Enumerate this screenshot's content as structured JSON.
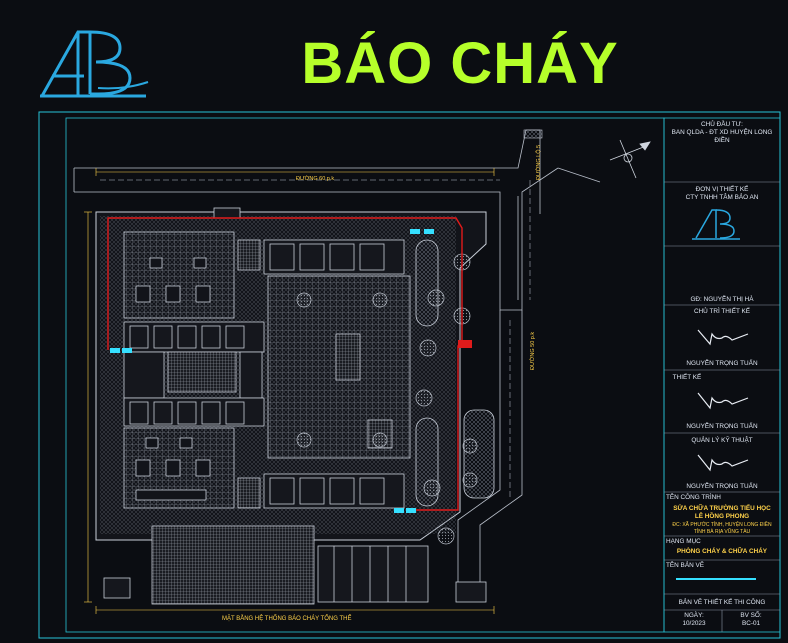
{
  "header": {
    "title": "BÁO CHÁY"
  },
  "colors": {
    "title": "#b6ff2a",
    "frame": "#27c4d8",
    "alarm_line": "#e01b1b",
    "device": "#35e0ff",
    "logo": "#2aa8e0"
  },
  "title_block": {
    "owner_label": "CHỦ ĐẦU TƯ:",
    "owner_line1": "BAN QLDA - ĐT XD HUYỆN LONG",
    "owner_line2": "ĐIỀN",
    "designer_label": "ĐƠN VỊ THIẾT KẾ",
    "designer_name": "CTY TNHH TÂM BẢO AN",
    "director": "GĐ: NGUYỄN THỊ HÀ",
    "lead_label": "CHỦ TRÌ THIẾT KẾ",
    "lead_name": "NGUYỄN TRỌNG TUẤN",
    "design_label": "THIẾT KẾ",
    "design_name": "NGUYỄN TRỌNG TUẤN",
    "qa_label": "QUẢN LÝ KỸ THUẬT",
    "qa_name": "NGUYỄN TRỌNG TUẤN",
    "project_label": "TÊN CÔNG TRÌNH",
    "project_line1": "SỬA CHỮA TRƯỜNG TIỂU HỌC",
    "project_line2": "LÊ HỒNG PHONG",
    "project_addr1": "ĐC: XÃ PHƯỚC TỈNH, HUYỆN LONG ĐIỀN",
    "project_addr2": "TỈNH BÀ RỊA VŨNG TÀU",
    "item_label": "HẠNG MỤC",
    "item_value": "PHÒNG CHÁY & CHỮA CHÁY",
    "sheet_label": "TÊN BẢN VẼ",
    "stage": "BẢN VẼ THIẾT KẾ THI CÔNG",
    "date_label": "NGÀY:",
    "date_value": "10/2023",
    "sheet_no_label": "BV SỐ:",
    "sheet_no_value": "BC-01"
  },
  "plan": {
    "caption": "MẶT BẰNG HỆ THỐNG BÁO CHÁY TỔNG THỂ",
    "road_top": "ĐƯỜNG 60 p.k",
    "road_right": "ĐƯỜNG 50 p.k",
    "road_diag": "ĐƯỜNG LỘ 5"
  }
}
